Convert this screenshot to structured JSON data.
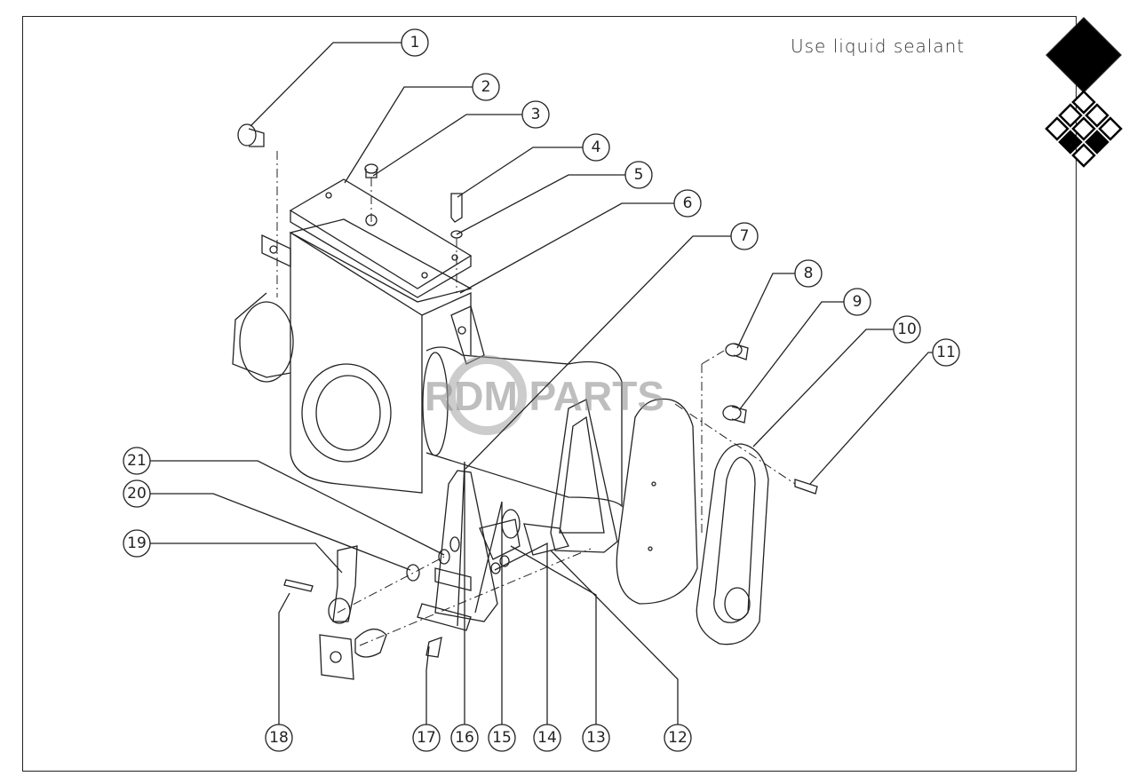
{
  "note": "Use liquid sealant",
  "watermark": "RDM PARTS",
  "callouts": [
    "1",
    "2",
    "3",
    "4",
    "5",
    "6",
    "7",
    "8",
    "9",
    "10",
    "11",
    "12",
    "13",
    "14",
    "15",
    "16",
    "17",
    "18",
    "19",
    "20",
    "21"
  ],
  "colors": {
    "line": "#222222",
    "watermark": "#8a8a8a"
  }
}
